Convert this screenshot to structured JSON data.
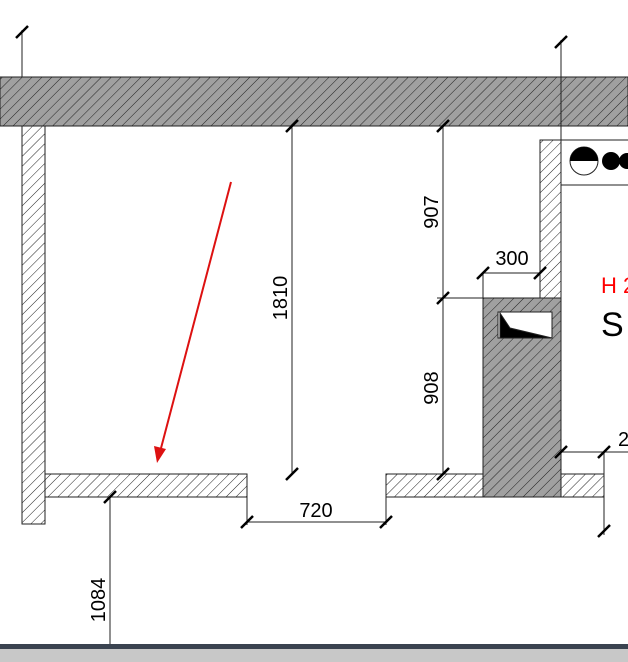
{
  "drawing": {
    "dimensions": {
      "d1810": "1810",
      "d907": "907",
      "d300": "300",
      "d908": "908",
      "d720": "720",
      "d1084": "1084",
      "d_right": "2"
    },
    "room_label": {
      "code": "H 2",
      "name": "S"
    },
    "colors": {
      "annotation_arrow": "#dd1111",
      "room_code": "#ff0000",
      "wall_fill": "#a0a0a0",
      "status_bar": "#3a4350"
    }
  }
}
